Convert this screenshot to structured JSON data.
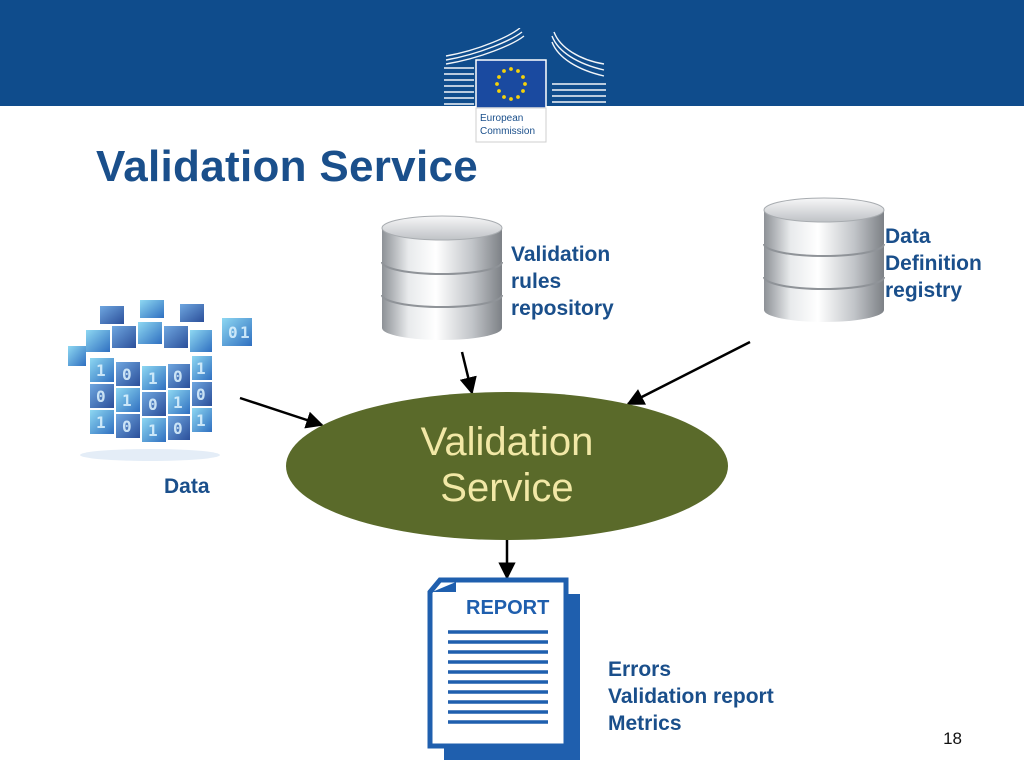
{
  "slide": {
    "title": "Validation Service",
    "page_number": "18"
  },
  "logo": {
    "line1": "European",
    "line2": "Commission"
  },
  "nodes": {
    "rules_repository": [
      "Validation",
      "rules",
      "repository"
    ],
    "definition_registry": [
      "Data",
      "Definition",
      "registry"
    ],
    "data": "Data",
    "service": [
      "Validation",
      "Service"
    ],
    "outputs": [
      "Errors",
      "Validation report",
      "Metrics"
    ],
    "report_doc": "REPORT",
    "cube_digits": [
      "0",
      "1"
    ]
  },
  "colors": {
    "banner": "#0f4c8c",
    "title": "#1a4f8b",
    "ellipse": "#5a6a2a",
    "ellipse_text": "#f2e8a6",
    "report_blue": "#1f5fae",
    "cube_blue": "#3a78c8"
  }
}
